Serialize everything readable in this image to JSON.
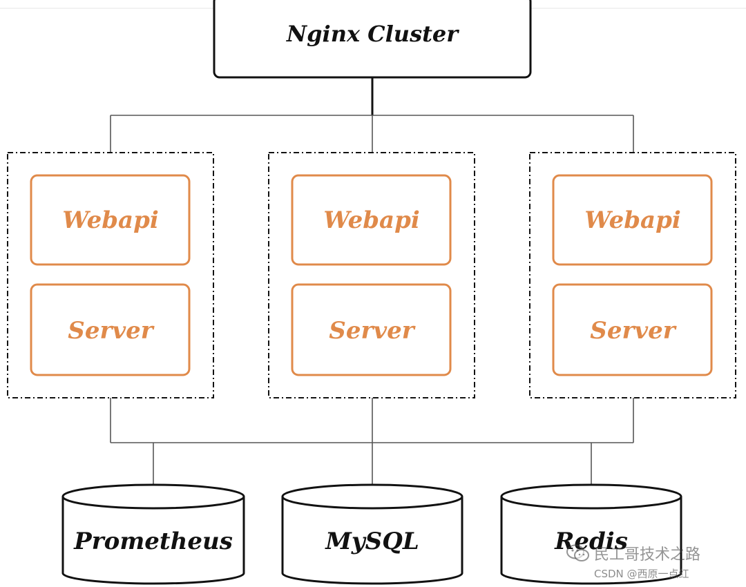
{
  "nginx": {
    "label": "Nginx Cluster"
  },
  "nodes": [
    {
      "webapi": "Webapi",
      "server": "Server"
    },
    {
      "webapi": "Webapi",
      "server": "Server"
    },
    {
      "webapi": "Webapi",
      "server": "Server"
    }
  ],
  "datastores": [
    {
      "label": "Prometheus"
    },
    {
      "label": "MySQL"
    },
    {
      "label": "Redis"
    }
  ],
  "watermark": {
    "brand": "民工哥技术之路",
    "credit": "CSDN @西原一点红"
  },
  "colors": {
    "accent": "#E08A4A",
    "line": "#111111",
    "connector": "#555555"
  }
}
